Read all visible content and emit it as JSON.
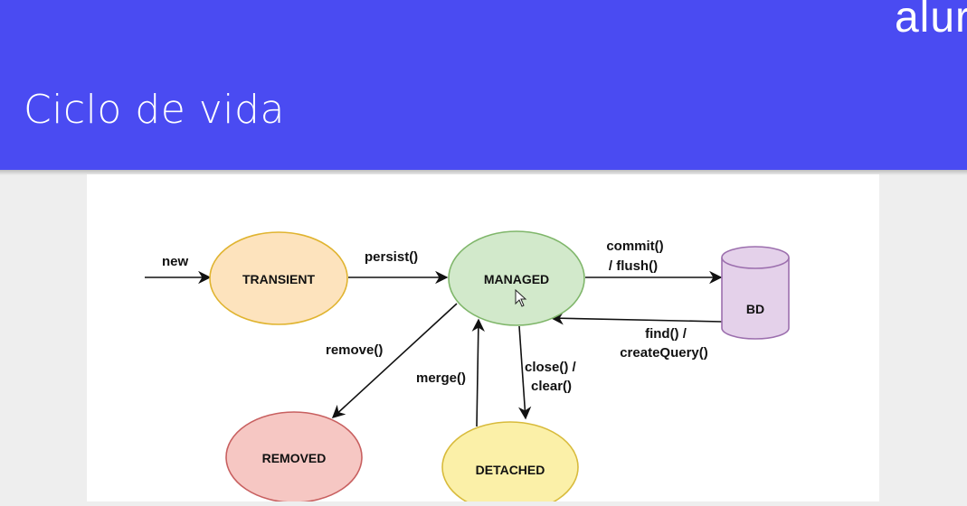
{
  "header": {
    "logo_text": "alur",
    "title": "Ciclo de vida"
  },
  "nodes": {
    "transient": {
      "label": "TRANSIENT",
      "fill": "#fde3bd",
      "stroke": "#e0b430"
    },
    "managed": {
      "label": "MANAGED",
      "fill": "#d2e9cb",
      "stroke": "#7fb66a"
    },
    "removed": {
      "label": "REMOVED",
      "fill": "#f6c7c3",
      "stroke": "#c86060"
    },
    "detached": {
      "label": "DETACHED",
      "fill": "#fbf0a8",
      "stroke": "#d8bb3c"
    },
    "bd": {
      "label": "BD",
      "fill": "#e4d1ea",
      "stroke": "#9c6fae"
    }
  },
  "edges": {
    "new": "new",
    "persist": "persist()",
    "commit_line1": "commit()",
    "commit_line2": "/ flush()",
    "find_line1": "find() /",
    "find_line2": "createQuery()",
    "remove": "remove()",
    "merge": "merge()",
    "close_line1": "close() /",
    "close_line2": "clear()"
  },
  "colors": {
    "header_bg": "#4a4bf2",
    "arrow": "#111111"
  }
}
